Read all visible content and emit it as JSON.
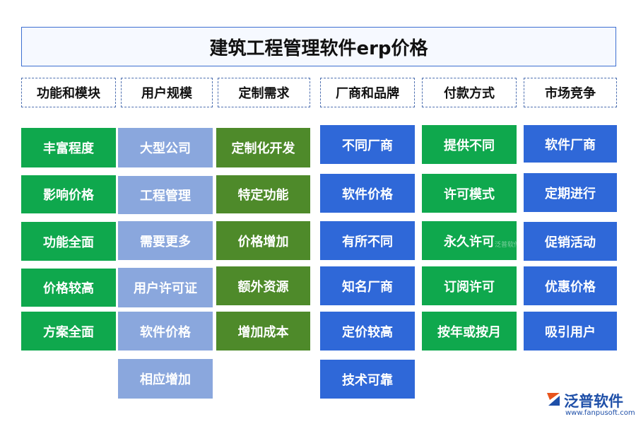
{
  "title": "建筑工程管理软件erp价格",
  "columns": [
    {
      "header": "功能和模块",
      "items": [
        "丰富程度",
        "影响价格",
        "功能全面",
        "价格较高",
        "方案全面"
      ]
    },
    {
      "header": "用户规模",
      "items": [
        "大型公司",
        "工程管理",
        "需要更多",
        "用户许可证",
        "软件价格",
        "相应增加"
      ]
    },
    {
      "header": "定制需求",
      "items": [
        "定制化开发",
        "特定功能",
        "价格增加",
        "额外资源",
        "增加成本"
      ]
    },
    {
      "header": "厂商和品牌",
      "items": [
        "不同厂商",
        "软件价格",
        "有所不同",
        "知名厂商",
        "定价较高",
        "技术可靠"
      ]
    },
    {
      "header": "付款方式",
      "items": [
        "提供不同",
        "许可模式",
        "永久许可",
        "订阅许可",
        "按年或按月"
      ]
    },
    {
      "header": "市场竞争",
      "items": [
        "软件厂商",
        "定期进行",
        "促销活动",
        "优惠价格",
        "吸引用户"
      ]
    }
  ],
  "colors": {
    "green": "#0fa84d",
    "light_blue": "#8aa7dd",
    "olive": "#4e8a2a",
    "blue": "#2f68d8",
    "title_border": "#3d6fd1"
  },
  "watermark": "泛普软件",
  "logo": {
    "name": "泛普软件",
    "url": "www.fanpusoft.com",
    "icon": "fanpu-logo-icon"
  }
}
